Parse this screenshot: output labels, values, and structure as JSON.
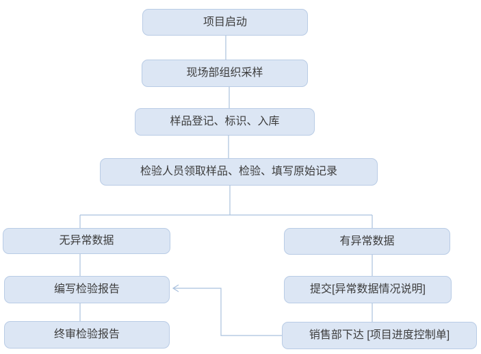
{
  "diagram": {
    "type": "flowchart",
    "background": "#ffffff",
    "colors": {
      "node_fill": "#dce6f4",
      "node_border": "#b8cbe5",
      "connector": "#a9c0dd",
      "text": "#3c3c3c"
    },
    "nodes": [
      {
        "id": "project-start",
        "label": "项目启动"
      },
      {
        "id": "site-sampling",
        "label": "现场部组织采样"
      },
      {
        "id": "sample-registration",
        "label": "样品登记、标识、入库"
      },
      {
        "id": "inspection-record",
        "label": "检验人员领取样品、检验、填写原始记录"
      },
      {
        "id": "no-abnormal-data",
        "label": "无异常数据"
      },
      {
        "id": "abnormal-data",
        "label": "有异常数据"
      },
      {
        "id": "write-report",
        "label": "编写检验报告"
      },
      {
        "id": "submit-explanation",
        "label": "提交[异常数据情况说明]"
      },
      {
        "id": "final-review",
        "label": "终审检验报告"
      },
      {
        "id": "sales-control-sheet",
        "label": "销售部下达 [项目进度控制单]"
      }
    ],
    "edges": [
      {
        "from": "project-start",
        "to": "site-sampling",
        "arrow": false
      },
      {
        "from": "site-sampling",
        "to": "sample-registration",
        "arrow": false
      },
      {
        "from": "sample-registration",
        "to": "inspection-record",
        "arrow": false
      },
      {
        "from": "inspection-record",
        "to": "no-abnormal-data",
        "arrow": false
      },
      {
        "from": "inspection-record",
        "to": "abnormal-data",
        "arrow": false
      },
      {
        "from": "no-abnormal-data",
        "to": "write-report",
        "arrow": false
      },
      {
        "from": "write-report",
        "to": "final-review",
        "arrow": false
      },
      {
        "from": "abnormal-data",
        "to": "submit-explanation",
        "arrow": false
      },
      {
        "from": "submit-explanation",
        "to": "sales-control-sheet",
        "arrow": false
      },
      {
        "from": "sales-control-sheet",
        "to": "write-report",
        "arrow": true
      }
    ]
  }
}
